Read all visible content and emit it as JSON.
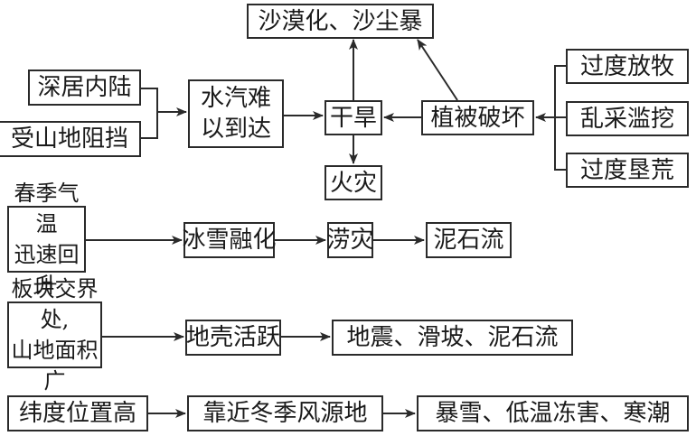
{
  "diagram": {
    "title": "",
    "nodes": {
      "desertification": "沙漠化、沙尘暴",
      "inland": "深居内陆",
      "mountain_block": "受山地阻挡",
      "vapor_line1": "水汽难",
      "vapor_line2": "以到达",
      "drought": "干旱",
      "fire": "火灾",
      "vegetation": "植被破坏",
      "overgrazing": "过度放牧",
      "overharvest": "乱采滥挖",
      "overcultivation": "过度垦荒",
      "spring_line1": "春季气温",
      "spring_line2": "迅速回升",
      "snowmelt": "冰雪融化",
      "flood": "涝灾",
      "debris_flow": "泥石流",
      "plate_line1": "板块交界处,",
      "plate_line2": "山地面积广",
      "crust_active": "地壳活跃",
      "quake_result": "地震、滑坡、泥石流",
      "high_latitude": "纬度位置高",
      "monsoon_source": "靠近冬季风源地",
      "cold_result": "暴雪、低温冻害、寒潮"
    },
    "edges": [
      [
        "inland",
        "vapor"
      ],
      [
        "mountain_block",
        "vapor"
      ],
      [
        "vapor",
        "drought"
      ],
      [
        "drought",
        "desertification"
      ],
      [
        "drought",
        "fire"
      ],
      [
        "vegetation",
        "drought"
      ],
      [
        "vegetation",
        "desertification"
      ],
      [
        "overgrazing",
        "vegetation"
      ],
      [
        "overharvest",
        "vegetation"
      ],
      [
        "overcultivation",
        "vegetation"
      ],
      [
        "spring",
        "snowmelt"
      ],
      [
        "snowmelt",
        "flood"
      ],
      [
        "flood",
        "debris_flow"
      ],
      [
        "plate",
        "crust_active"
      ],
      [
        "crust_active",
        "quake_result"
      ],
      [
        "high_latitude",
        "monsoon_source"
      ],
      [
        "monsoon_source",
        "cold_result"
      ]
    ]
  }
}
